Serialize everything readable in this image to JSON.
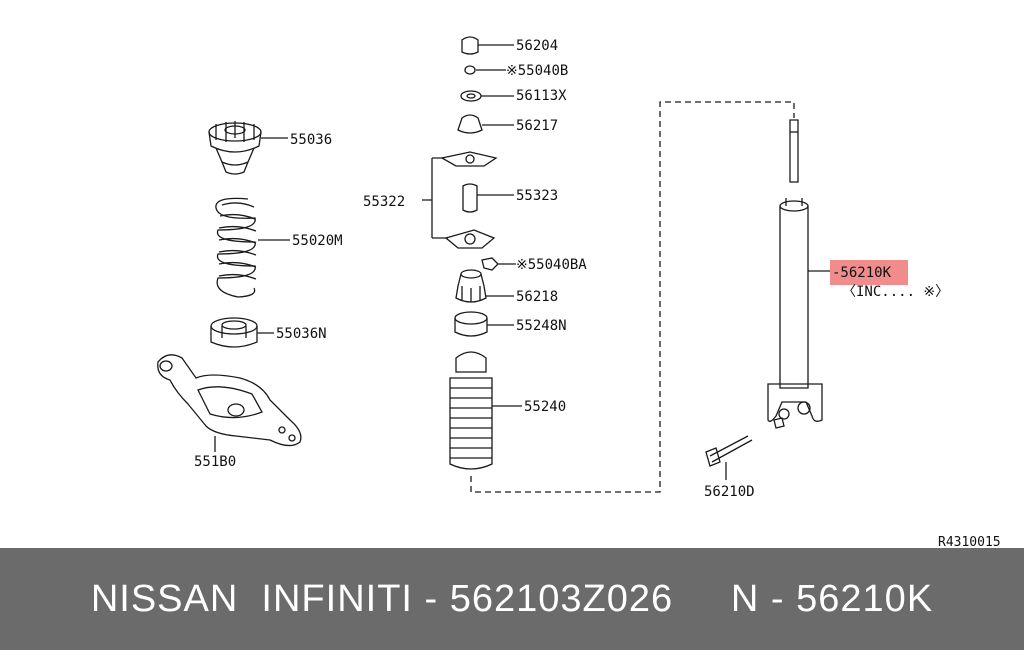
{
  "diagram": {
    "colors": {
      "line": "#1a1a1a",
      "highlight": "#f08c8c"
    },
    "labels": {
      "p55036": "55036",
      "p55020M": "55020M",
      "p55036N": "55036N",
      "p551B0": "551B0",
      "p56204": "56204",
      "p55040B": "※55040B",
      "p56113X": "56113X",
      "p56217": "56217",
      "p55322": "55322",
      "p55323": "55323",
      "p55040BA": "※55040BA",
      "p56218": "56218",
      "p55248N": "55248N",
      "p55240": "55240",
      "p56210K": "-56210K",
      "inc_note": "〈INC.... ※〉",
      "p56210D": "56210D",
      "ref_code": "R4310015"
    }
  },
  "footer": {
    "text": "NISSAN  INFINITI - 562103Z026     N - 56210K"
  }
}
